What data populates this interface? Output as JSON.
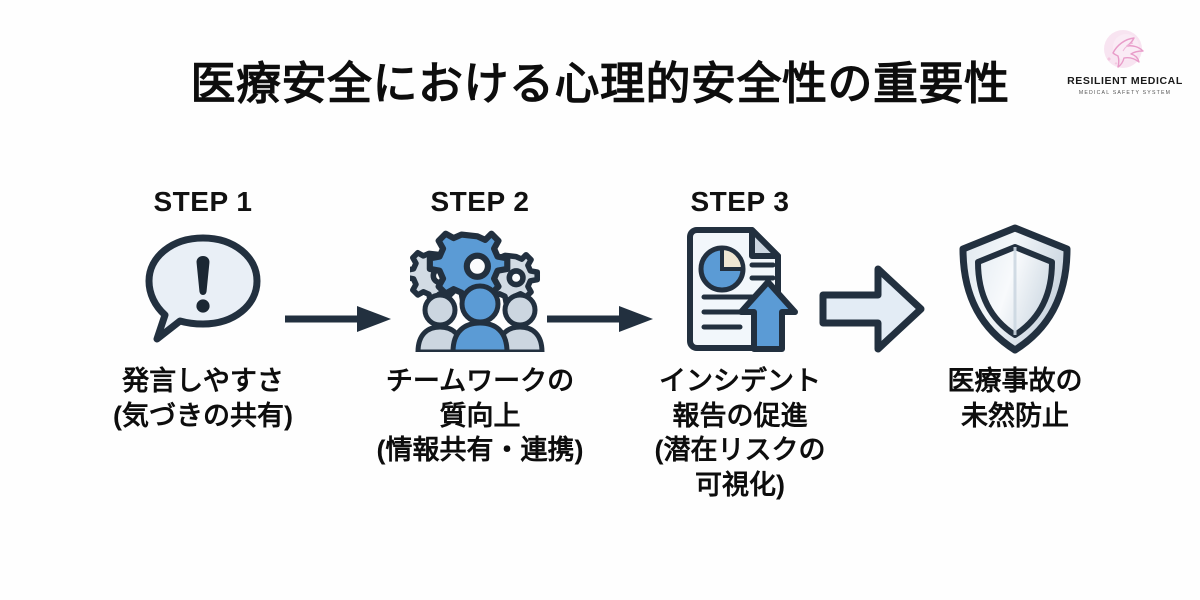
{
  "background_color": "#fefefe",
  "logo": {
    "name": "RESILIENT MEDICAL",
    "tagline": "MEDICAL SAFETY SYSTEM",
    "mark_icon": "dove-icon",
    "mark_color": "#e59bc8",
    "circle_color": "#f6dcec"
  },
  "header": {
    "title": "医療安全における心理的安全性の重要性",
    "title_color": "#0d0d0d"
  },
  "palette": {
    "outline": "#22303f",
    "light_fill": "#e8eef5",
    "pale_fill": "#dde5ee",
    "accent_blue": "#5b9bd5",
    "accent_blue_dark": "#3f7fc1",
    "gray_blue": "#ccd6e0",
    "cream": "#efe6d2"
  },
  "flow": {
    "steps": [
      {
        "label": "STEP 1",
        "icon": "speech-bubble-exclamation-icon",
        "caption_lines": [
          "発言しやすさ",
          "(気づきの共有)"
        ]
      },
      {
        "label": "STEP 2",
        "icon": "teamwork-gears-people-icon",
        "caption_lines": [
          "チームワークの",
          "質向上",
          "(情報共有・連携)"
        ]
      },
      {
        "label": "STEP 3",
        "icon": "document-report-uparrow-icon",
        "caption_lines": [
          "インシデント",
          "報告の促進",
          "(潜在リスクの",
          "可視化)"
        ]
      },
      {
        "label": "",
        "icon": "shield-icon",
        "caption_lines": [
          "医療事故の",
          "未然防止"
        ]
      }
    ],
    "connectors": [
      {
        "icon": "thin-arrow-right-icon",
        "between": "step1-step2"
      },
      {
        "icon": "thin-arrow-right-icon",
        "between": "step2-step3"
      },
      {
        "icon": "block-arrow-right-icon",
        "between": "step3-step4"
      }
    ]
  }
}
